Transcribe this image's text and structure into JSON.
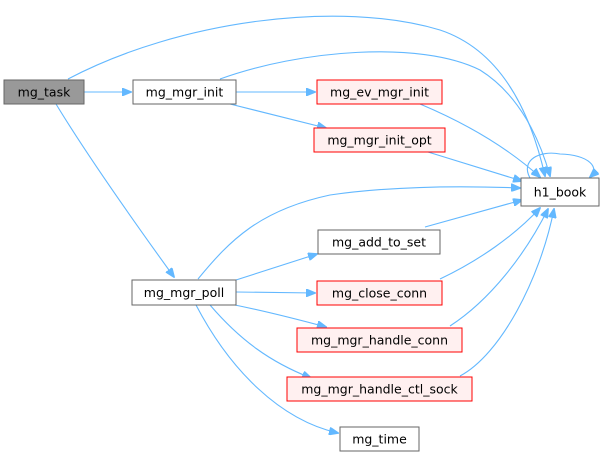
{
  "nodes": {
    "mg_task": "mg_task",
    "mg_mgr_init": "mg_mgr_init",
    "mg_ev_mgr_init": "mg_ev_mgr_init",
    "mg_mgr_init_opt": "mg_mgr_init_opt",
    "h1_book": "h1_book",
    "mg_mgr_poll": "mg_mgr_poll",
    "mg_add_to_set": "mg_add_to_set",
    "mg_close_conn": "mg_close_conn",
    "mg_mgr_handle_conn": "mg_mgr_handle_conn",
    "mg_mgr_handle_ctl_sock": "mg_mgr_handle_ctl_sock",
    "mg_time": "mg_time"
  },
  "colors": {
    "edge": "#63b8ff",
    "root_fill": "#999999",
    "normal_fill": "#ffffff",
    "normal_stroke": "#666666",
    "truncated_fill": "#fff0f0",
    "truncated_stroke": "#ff0000"
  }
}
